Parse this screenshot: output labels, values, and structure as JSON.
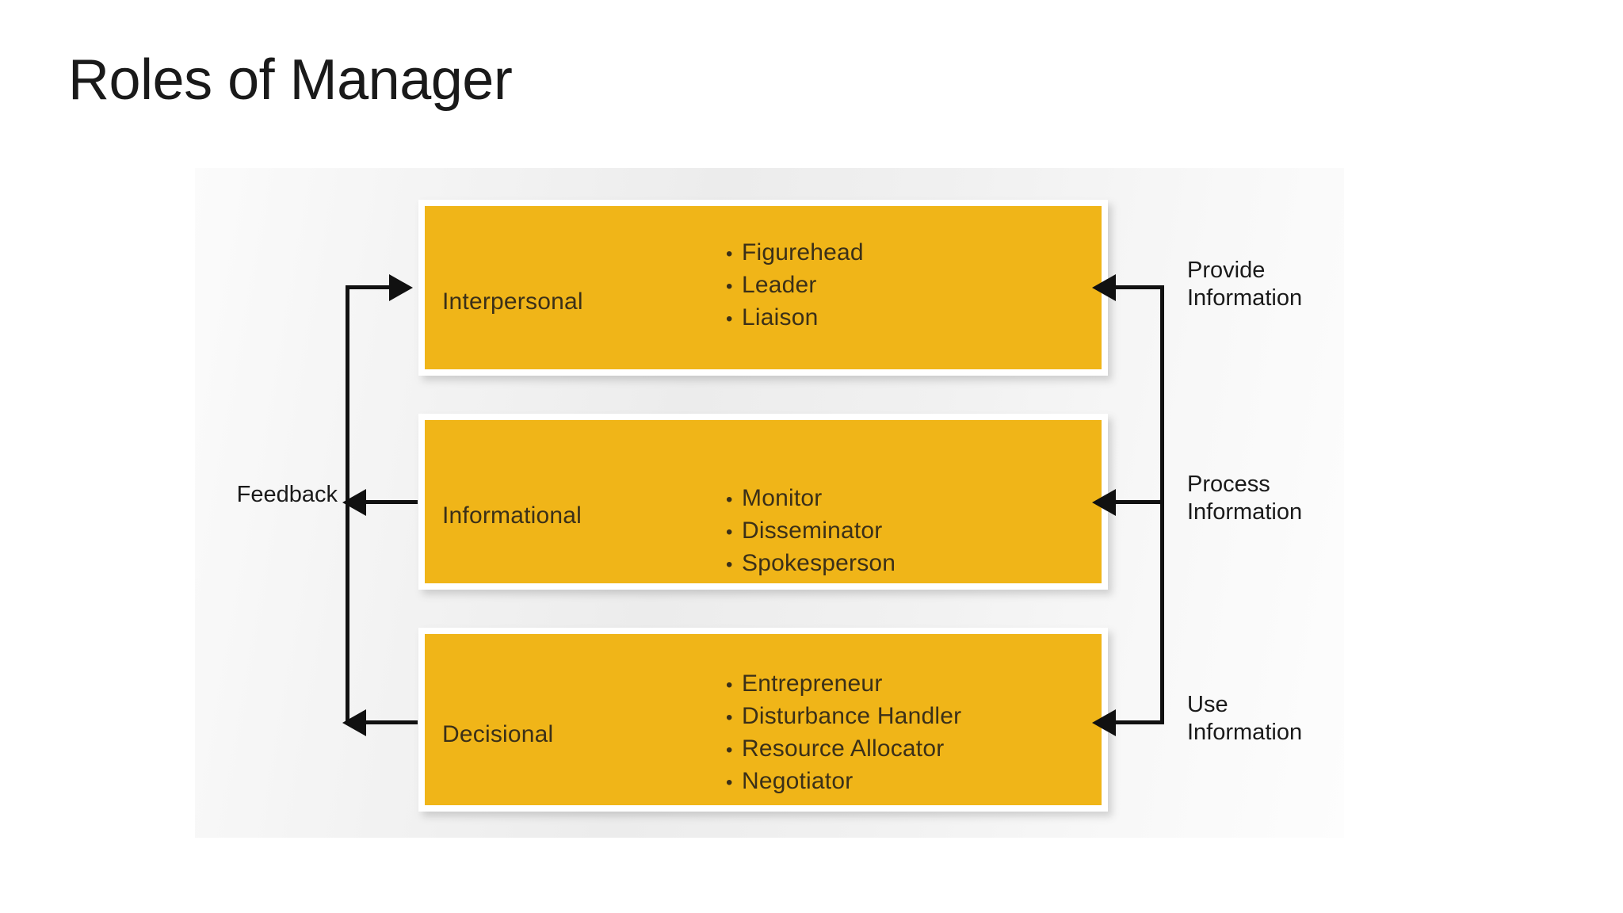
{
  "slide": {
    "title": "Roles of Manager"
  },
  "diagram": {
    "boxes": [
      {
        "category": "Interpersonal",
        "roles": [
          "Figurehead",
          "Leader",
          "Liaison"
        ]
      },
      {
        "category": "Informational",
        "roles": [
          "Monitor",
          "Disseminator",
          "Spokesperson"
        ]
      },
      {
        "category": "Decisional",
        "roles": [
          "Entrepreneur",
          "Disturbance Handler",
          "Resource Allocator",
          "Negotiator"
        ]
      }
    ],
    "left_label": "Feedback",
    "right_labels": [
      {
        "line1": "Provide",
        "line2": "Information"
      },
      {
        "line1": "Process",
        "line2": "Information"
      },
      {
        "line1": "Use",
        "line2": "Information"
      }
    ],
    "colors": {
      "box_fill": "#f0b518",
      "box_border": "#ffffff",
      "box_text": "#3b3018",
      "connector": "#111111",
      "title_text": "#1a1a1a"
    }
  }
}
